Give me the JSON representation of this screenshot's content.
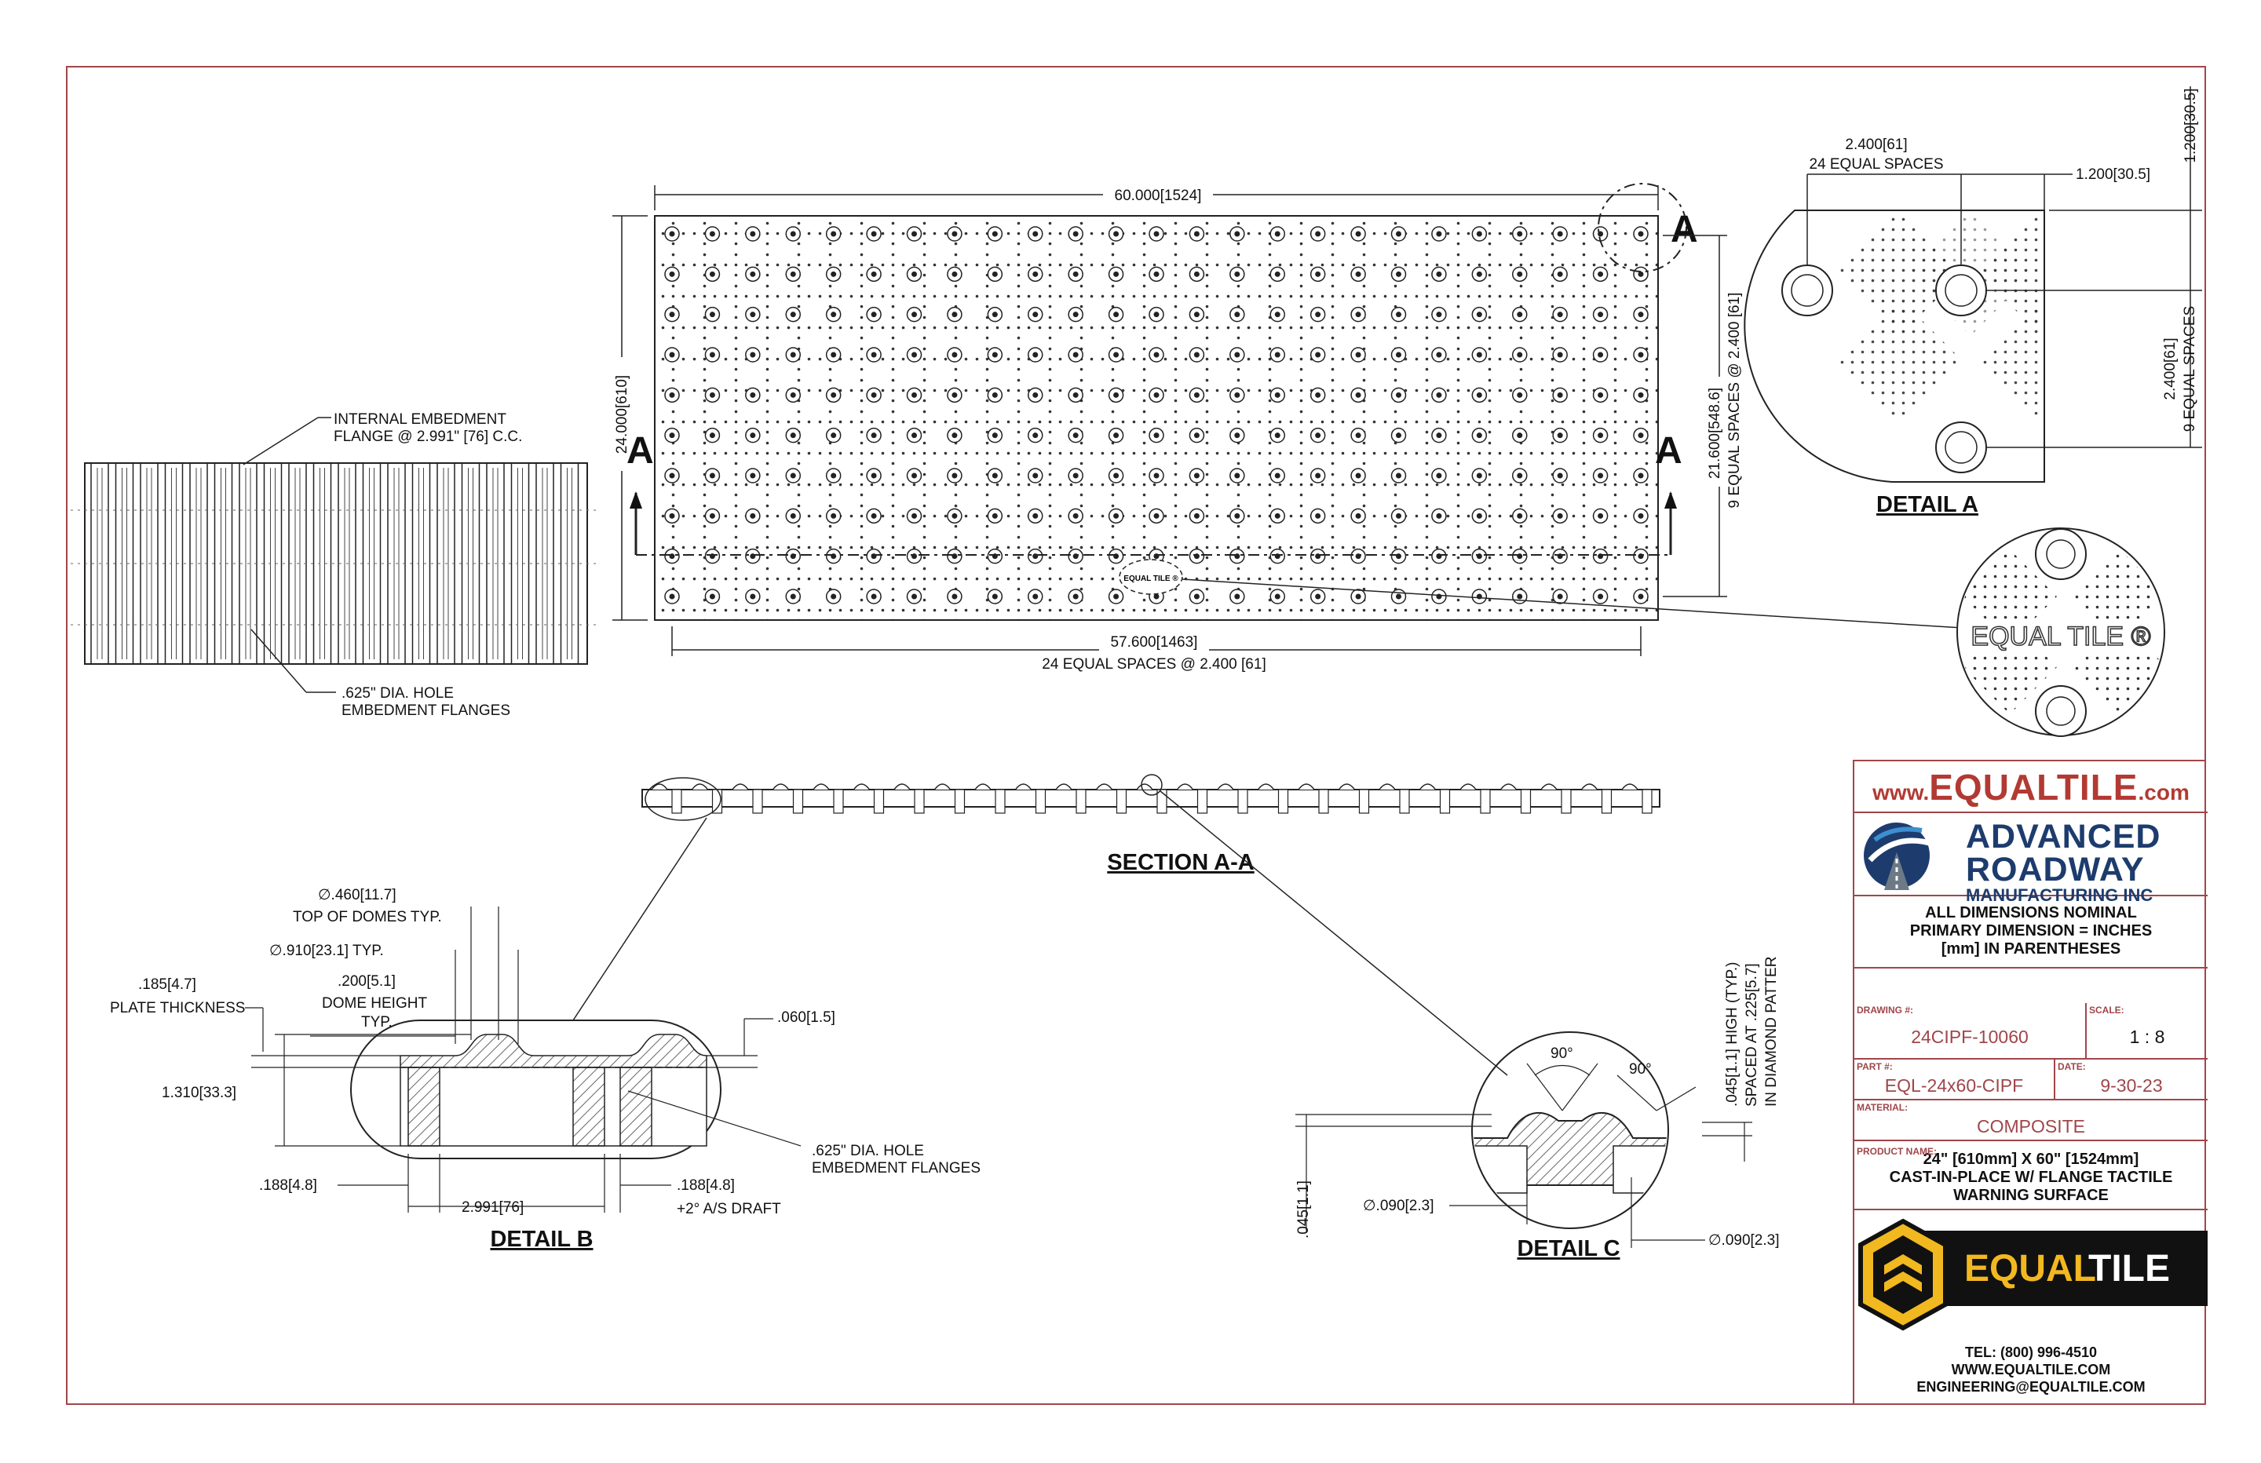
{
  "main_view": {
    "overall_length": "60.000[1524]",
    "overall_width": "24.000[610]",
    "row_span": "21.600[548.6]",
    "row_spacing": "9 EQUAL SPACES @ 2.400 [61]",
    "col_span": "57.600[1463]",
    "col_spacing": "24 EQUAL SPACES @ 2.400 [61]",
    "section_mark_left": "A",
    "section_mark_right": "A",
    "detail_mark": "A",
    "stamp": "EQUAL TILE ®"
  },
  "side_view": {
    "flange_note_1": "INTERNAL EMBEDMENT",
    "flange_note_2": "FLANGE @ 2.991\" [76] C.C.",
    "hole_note_1": ".625\" DIA. HOLE",
    "hole_note_2": "EMBEDMENT FLANGES"
  },
  "detail_a": {
    "title": "DETAIL A",
    "dim_spacing": "2.400[61]",
    "dim_spacing_note": "24 EQUAL SPACES",
    "dim_edge": "1.200[30.5]",
    "dim_edge_vert": "1.200[30.5]",
    "dim_row": "2.400[61]",
    "dim_row_note": "9 EQUAL SPACES",
    "stamp": "EQUAL TILE ®"
  },
  "section_aa": {
    "title": "SECTION A-A"
  },
  "detail_b": {
    "title": "DETAIL B",
    "top_domes": "∅.460[11.7]",
    "top_domes_note": "TOP OF DOMES TYP.",
    "dome_dia": "∅.910[23.1] TYP.",
    "dome_height": ".200[5.1]",
    "dome_height_note_1": "DOME HEIGHT",
    "dome_height_note_2": "TYP.",
    "plate": ".185[4.7]",
    "plate_note": "PLATE THICKNESS",
    "right_dim": ".060[1.5]",
    "height": "1.310[33.3]",
    "hole_note_1": ".625\" DIA. HOLE",
    "hole_note_2": "EMBEDMENT FLANGES",
    "flange_left": ".188[4.8]",
    "flange_cc": "2.991[76]",
    "flange_right": ".188[4.8]",
    "draft": "+2° A/S DRAFT"
  },
  "detail_c": {
    "title": "DETAIL C",
    "angle_1": "90°",
    "angle_2": "90°",
    "dot_note_1": ".045[1.1] HIGH (TYP.)",
    "dot_note_2": "SPACED AT .225[5.7]",
    "dot_note_3": "IN DIAMOND PATTER",
    "height_dim": ".045[1.1]",
    "dia_left": "∅.090[2.3]",
    "dia_right": "∅.090[2.3]"
  },
  "title_block": {
    "web_prefix": "www.",
    "web_brand": "EQUALTILE",
    "web_suffix": ".com",
    "company_1": "ADVANCED",
    "company_2": "ROADWAY",
    "company_3": "MANUFACTURING INC",
    "nominal_1": "ALL DIMENSIONS NOMINAL",
    "nominal_2": "PRIMARY DIMENSION = INCHES",
    "nominal_3": "[mm] IN PARENTHESES",
    "drawing_label": "DRAWING #:",
    "drawing_value": "24CIPF-10060",
    "scale_label": "SCALE:",
    "scale_value": "1 : 8",
    "part_label": "PART #:",
    "part_value": "EQL-24x60-CIPF",
    "date_label": "DATE:",
    "date_value": "9-30-23",
    "material_label": "MATERIAL:",
    "material_value": "COMPOSITE",
    "product_label": "PRODUCT NAME:",
    "product_1": "24\" [610mm] X 60\" [1524mm]",
    "product_2": "CAST-IN-PLACE W/ FLANGE TACTILE",
    "product_3": "WARNING SURFACE",
    "brand_eq": "EQUAL",
    "brand_tile": "TILE",
    "tel": "TEL: (800) 996-4510",
    "website": "WWW.EQUALTILE.COM",
    "email": "ENGINEERING@EQUALTILE.COM"
  },
  "colors": {
    "border": "#a0464a",
    "brand_red": "#b23a33",
    "brand_blue": "#1d3c6d",
    "logo_gold": "#f2b81f"
  }
}
